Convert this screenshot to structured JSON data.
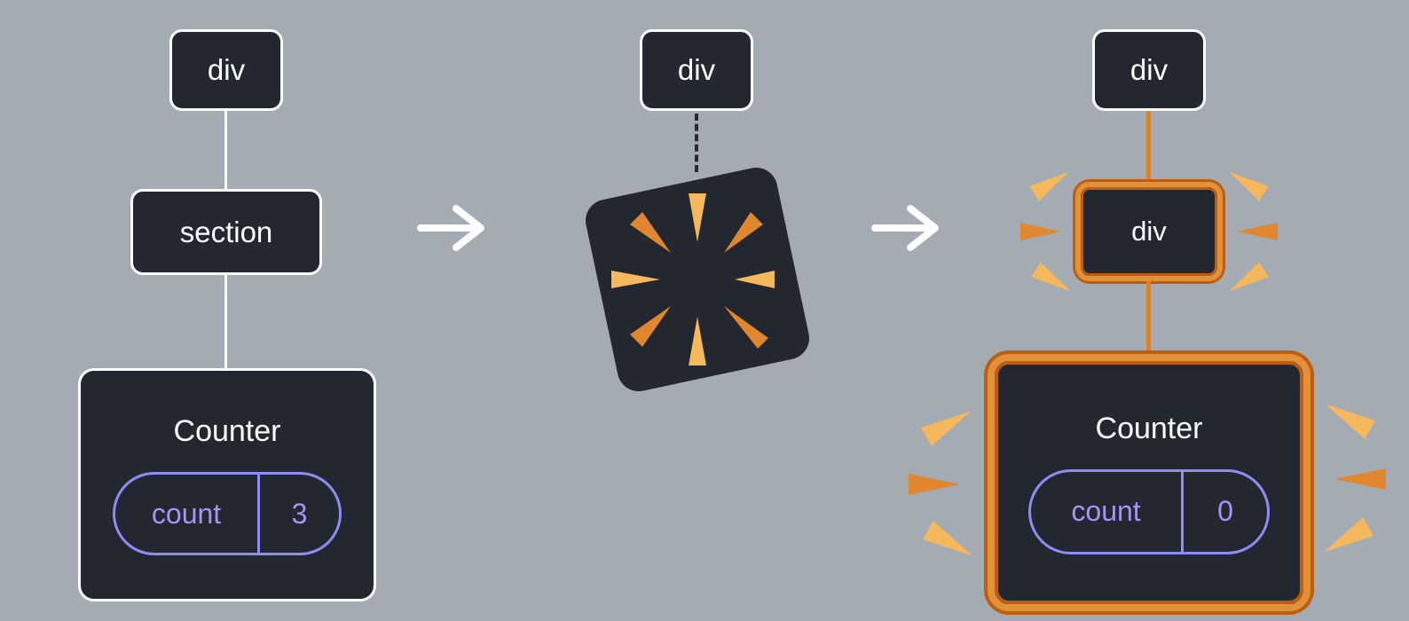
{
  "before": {
    "root": "div",
    "section": "section",
    "counter_title": "Counter",
    "count_label": "count",
    "count_value": "3"
  },
  "middle": {
    "root": "div"
  },
  "after": {
    "root": "div",
    "child": "div",
    "counter_title": "Counter",
    "count_label": "count",
    "count_value": "0"
  },
  "colors": {
    "background": "#a5abb3",
    "node_background": "#23272f",
    "node_border": "#ffffff",
    "text": "#ffffff",
    "connector_line": "#ffffff",
    "dashed_line": "#262b33",
    "state_pill_border": "#8f8df5",
    "state_pill_text": "#9d97f7",
    "highlight_line": "#d9822f",
    "highlight_ring": "#e1913a",
    "highlight_ring_edge": "#bc5d12",
    "sparkle_light": "#f6b85c",
    "sparkle_dark": "#e0862e"
  }
}
